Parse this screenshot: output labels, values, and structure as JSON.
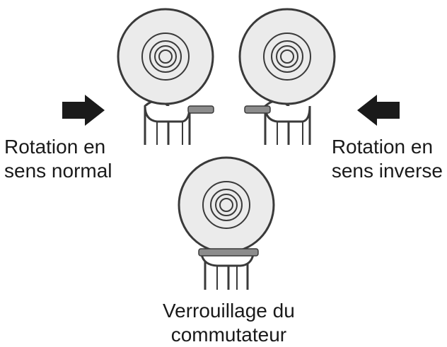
{
  "labels": {
    "forward": {
      "line1": "Rotation en",
      "line2": "sens normal"
    },
    "reverse": {
      "line1": "Rotation en",
      "line2": "sens inverse"
    },
    "lock": {
      "line1": "Verrouillage du",
      "line2": "commutateur"
    }
  },
  "icons": {
    "forward_arrow": "arrow-right-icon",
    "reverse_arrow": "arrow-left-icon"
  },
  "colors": {
    "line": "#3a3a3a",
    "head_fill": "#ebebeb",
    "lever_fill": "#8c8c8c",
    "arrow_fill": "#1a1a1a",
    "text": "#1a1a1a"
  }
}
